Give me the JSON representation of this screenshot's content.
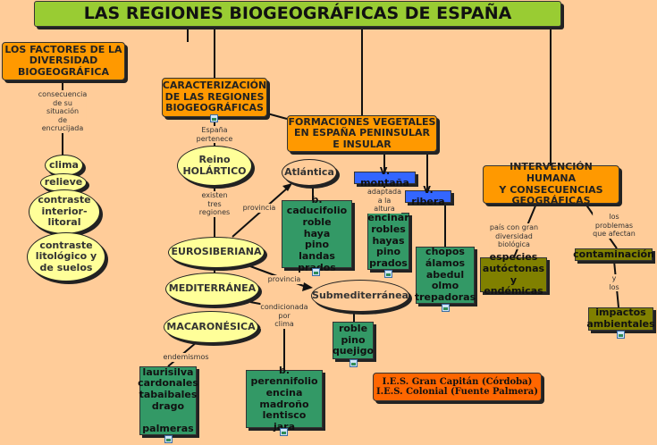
{
  "title": "LAS REGIONES BIOGEOGRÁFICAS DE ESPAÑA",
  "nodes": {
    "factores": "LOS  FACTORES  DE LA\nDIVERSIDAD\nBIOGEOGRÁFICA",
    "caracterizacion": "CARACTERIZACIÓN\nDE LAS REGIONES\nBIOGEOGRÁFICAS",
    "formaciones": "FORMACIONES VEGETALES\nEN ESPAÑA PENINSULAR\nE INSULAR",
    "intervencion": "INTERVENCIÓN HUMANA\nY CONSECUENCIAS\nGEOGRÁFICAS",
    "clima": "clima",
    "relieve": "relieve",
    "contraste_interior": "contraste\ninterior-\nlitoral",
    "contraste_litologico": "contraste\nlitológico y\nde suelos",
    "reino": "Reino\nHOLÁRTICO",
    "eurosiberiana": "EUROSIBERIANA",
    "mediterranea": "MEDITERRÁNEA",
    "macaronesica": "MACARONÉSICA",
    "atlantica": "Atlántica",
    "submediterranea": "Submediterránea",
    "caducifolio": "b. caducifolio\nroble\nhaya\npino\nlandas\nprados",
    "v_montana": "V. montaña",
    "v_ribera": "V. ribera",
    "encinar": "encinar\nrobles\nhayas\npino\nprados",
    "chopos": "chopos\nálamos\nabedul\nolmo\ntrepadoras",
    "roble_pino": "roble\npino\nquejigo",
    "laurisilva": "laurisilva\ncardonales\ntabaibales\ndrago\n\npalmeras",
    "perennifolio": "b. perennifolio\nencina\nmadroño\nlentisco\njara",
    "especies": "especies\nautóctonas\ny endémicas",
    "contaminacion": "contaminación",
    "impactos": "impactos\nambientales",
    "ies": "I.E.S. Gran Capitán (Córdoba)\nI.E.S. Colonial (Fuente Palmera)"
  },
  "links": {
    "consecuencia": "consecuencia\nde su\nsituación\nde\nencrucijada",
    "espana": "España\npertenece",
    "existen": "existen\ntres\nregiones",
    "provincia1": "provincia",
    "provincia2": "provincia",
    "condicionada": "condicionada\npor\nclima",
    "endemismos": "endemismos",
    "adaptada": "adaptada\na la\naltura",
    "pais": "país con gran\ndiversidad\nbiológica",
    "problemas": "los\nproblemas\nque afectan",
    "ylos": "y\nlos"
  },
  "colors": {
    "background": "#FFCC99",
    "title": "#99CC33",
    "orange": "#FF9900",
    "green": "#339966",
    "blue": "#3366FF",
    "olive": "#808000",
    "yellow": "#FFFF99"
  }
}
